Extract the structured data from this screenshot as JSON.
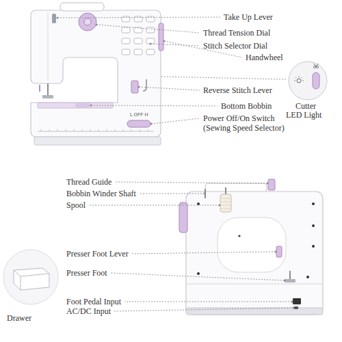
{
  "diagram": {
    "labels": [
      "Take Up Lever",
      "Thread Tension Dial",
      "Stitch Selector Dial",
      "Handwheel",
      "Reverse Stitch Lever",
      "Bottom Bobbin",
      "Power Off/On Switch (Sewing Speed Selector)",
      "Cutter",
      "LED Light",
      "L OFF H",
      "Thread Guide",
      "Bobbin Winder Shaft",
      "Spool",
      "Presser Foot Lever",
      "Presser Foot",
      "Foot Pedal Input",
      "AC/DC Input",
      "Drawer"
    ]
  }
}
